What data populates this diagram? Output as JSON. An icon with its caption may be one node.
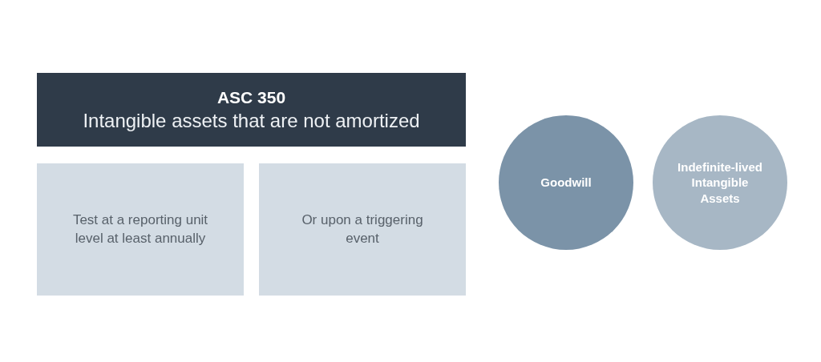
{
  "diagram": {
    "nodes": [
      {
        "text": [
          "ASC 350",
          "Intangible assets that are not amortized"
        ]
      },
      {
        "text": [
          "Test at a reporting unit level at least annually"
        ]
      },
      {
        "text": [
          "Or upon a triggering event"
        ]
      },
      {
        "text": [
          "Goodwill"
        ]
      },
      {
        "text": [
          "Indefinite-lived Intangible Assets"
        ]
      }
    ]
  }
}
